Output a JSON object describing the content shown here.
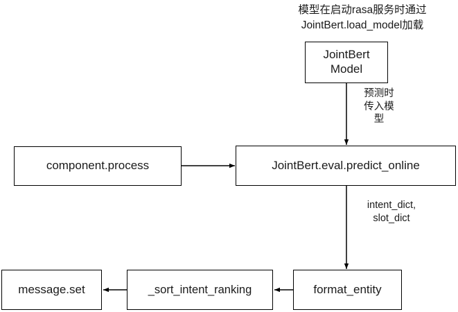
{
  "diagram": {
    "title_note": "模型在启动rasa服务时通过\nJointBert.load_model加载",
    "nodes": [
      {
        "id": "jointbert-model",
        "label": "JointBert\nModel"
      },
      {
        "id": "component-process",
        "label": "component.process"
      },
      {
        "id": "predict-online",
        "label": "JointBert.eval.predict_online"
      },
      {
        "id": "format-entity",
        "label": "format_entity"
      },
      {
        "id": "sort-intent-ranking",
        "label": "_sort_intent_ranking"
      },
      {
        "id": "message-set",
        "label": "message.set"
      }
    ],
    "edge_labels": [
      {
        "id": "pass-model-at-predict",
        "text": "预测时\n传入模\n型"
      },
      {
        "id": "dicts",
        "text": "intent_dict,\nslot_dict"
      }
    ],
    "colors": {
      "stroke": "#000000",
      "text": "#1a1a1a",
      "background": "#ffffff"
    }
  }
}
